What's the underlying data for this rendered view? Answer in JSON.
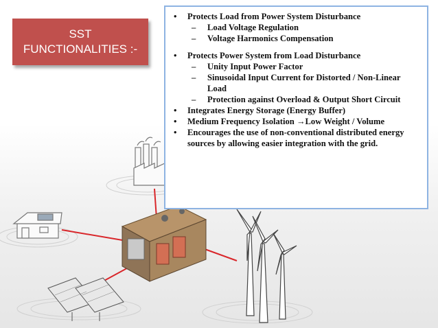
{
  "title": {
    "line1": "SST",
    "line2": "FUNCTIONALITIES :-"
  },
  "bullets": {
    "b1": {
      "marker": "•",
      "text": "Protects Load from Power System Disturbance"
    },
    "b1s1": {
      "marker": "–",
      "text": "Load Voltage Regulation"
    },
    "b1s2": {
      "marker": "–",
      "text": "Voltage Harmonics Compensation"
    },
    "b2": {
      "marker": "•",
      "text": "Protects Power System from Load Disturbance"
    },
    "b2s1": {
      "marker": "–",
      "text": "Unity Input Power Factor"
    },
    "b2s2": {
      "marker": "–",
      "text": "Sinusoidal Input Current for Distorted / Non-Linear Load"
    },
    "b2s3": {
      "marker": "–",
      "text": "Protection against Overload & Output Short Circuit"
    },
    "b3": {
      "marker": "•",
      "text": "Integrates Energy Storage (Energy Buffer)"
    },
    "b4": {
      "marker": "•",
      "text": "Medium Frequency Isolation →Low Weight / Volume"
    },
    "b5": {
      "marker": "•",
      "text": "Encourages the use of non-conventional distributed energy sources by allowing easier integration with the grid."
    }
  },
  "colors": {
    "title_bg": "#c0504d",
    "panel_border": "#8db3e2",
    "link_line": "#d9262a"
  }
}
